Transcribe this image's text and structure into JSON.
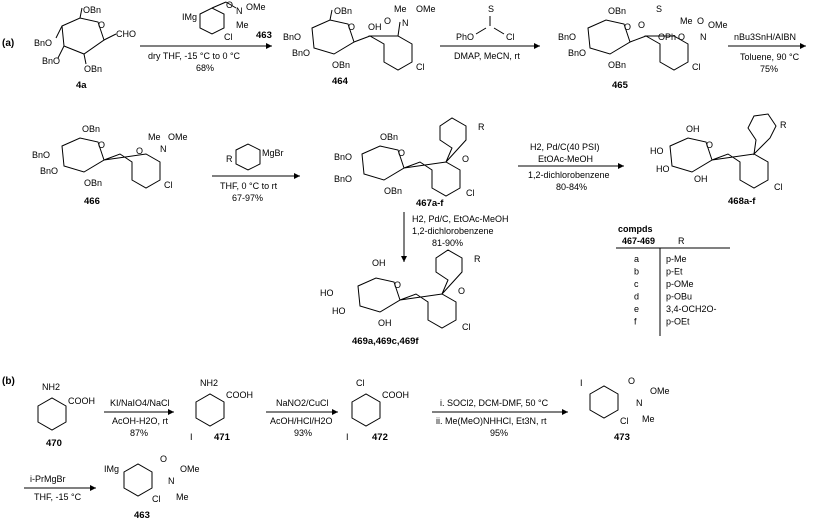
{
  "sections": {
    "a": "(a)",
    "b": "(b)"
  },
  "compounds": {
    "c4a": "4a",
    "c463": "463",
    "c463_reagent": "463",
    "c464": "464",
    "c465": "465",
    "c466": "466",
    "c467": "467a-f",
    "c468": "468a-f",
    "c469": "469a,469c,469f",
    "c470": "470",
    "c471": "471",
    "c472": "472",
    "c473": "473"
  },
  "atoms": {
    "OBn": "OBn",
    "BnO": "BnO",
    "CHO": "CHO",
    "OH": "OH",
    "HO": "HO",
    "O": "O",
    "Cl": "Cl",
    "S": "S",
    "N": "N",
    "Me": "Me",
    "OMe": "OMe",
    "OPh": "OPh",
    "PhO": "PhO",
    "IMg": "IMg",
    "I": "I",
    "NH2": "NH2",
    "COOH": "COOH",
    "MgBr": "MgBr",
    "R": "R"
  },
  "conditions": {
    "step1_bottom": "dry THF, -15 °C to 0 °C",
    "step1_yield": "68%",
    "step2_bottom": "DMAP, MeCN, rt",
    "step3_top": "nBu3SnH/AIBN",
    "step3_bottom": "Toluene, 90 °C",
    "step3_yield": "75%",
    "step4_bottom": "THF, 0 °C to rt",
    "step4_yield": "67-97%",
    "step5_top1": "H2, Pd/C(40 PSI)",
    "step5_top2": "EtOAc-MeOH",
    "step5_bottom1": "1,2-dichlorobenzene",
    "step5_bottom2": "80-84%",
    "step6_line1": "H2, Pd/C, EtOAc-MeOH",
    "step6_line2": "1,2-dichlorobenzene",
    "step6_line3": "81-90%",
    "b1_top": "KI/NaIO4/NaCl",
    "b1_bottom": "AcOH-H2O, rt",
    "b1_yield": "87%",
    "b2_top": "NaNO2/CuCl",
    "b2_bottom": "AcOH/HCl/H2O",
    "b2_yield": "93%",
    "b3_top": "i. SOCl2, DCM-DMF, 50 °C",
    "b3_bottom": "ii. Me(MeO)NHHCl, Et3N, rt",
    "b3_yield": "95%",
    "b4_top": "i-PrMgBr",
    "b4_bottom": "THF, -15 °C"
  },
  "table": {
    "header1": "compds",
    "header2": "467-469",
    "header_r": "R",
    "rows": [
      {
        "id": "a",
        "r": "p-Me"
      },
      {
        "id": "b",
        "r": "p-Et"
      },
      {
        "id": "c",
        "r": "p-OMe"
      },
      {
        "id": "d",
        "r": "p-OBu"
      },
      {
        "id": "e",
        "r": "3,4-OCH2O-"
      },
      {
        "id": "f",
        "r": "p-OEt"
      }
    ]
  }
}
